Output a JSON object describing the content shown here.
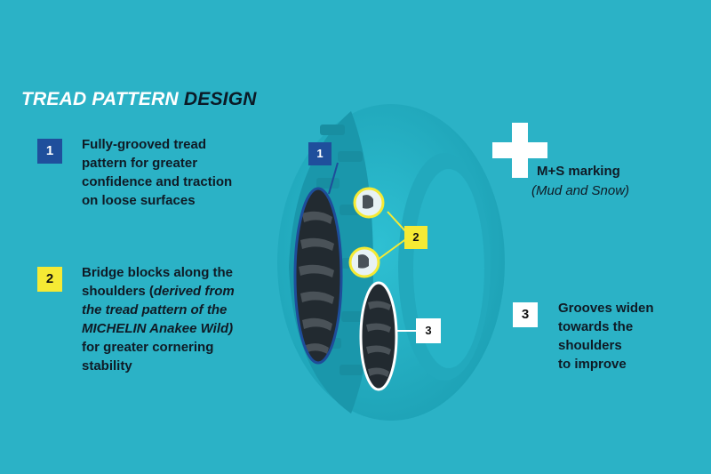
{
  "title": {
    "part1": "TREAD PATTERN",
    "part2": "DESIGN"
  },
  "features": [
    {
      "number": "1",
      "lines": [
        "Fully-grooved tread",
        "pattern for greater",
        "confidence and traction",
        "on loose surfaces"
      ]
    },
    {
      "number": "2",
      "lines": [
        "Bridge blocks along the",
        "shoulders (",
        "derived from",
        "the tread pattern of the",
        "MICHELIN Anakee Wild)",
        "for greater cornering",
        "stability"
      ]
    },
    {
      "number": "3",
      "lines": [
        "Grooves widen",
        "towards the",
        "shoulders",
        "to improve"
      ]
    }
  ],
  "ms": {
    "label": "M+S marking",
    "sublabel": "(Mud and Snow)"
  },
  "colors": {
    "background": "#2bb2c6",
    "badge1": "#1f4f9c",
    "badge2": "#f5ea34",
    "badge3": "#ffffff",
    "tire": "#1fa4b8"
  },
  "icons": [
    "plus-icon"
  ]
}
